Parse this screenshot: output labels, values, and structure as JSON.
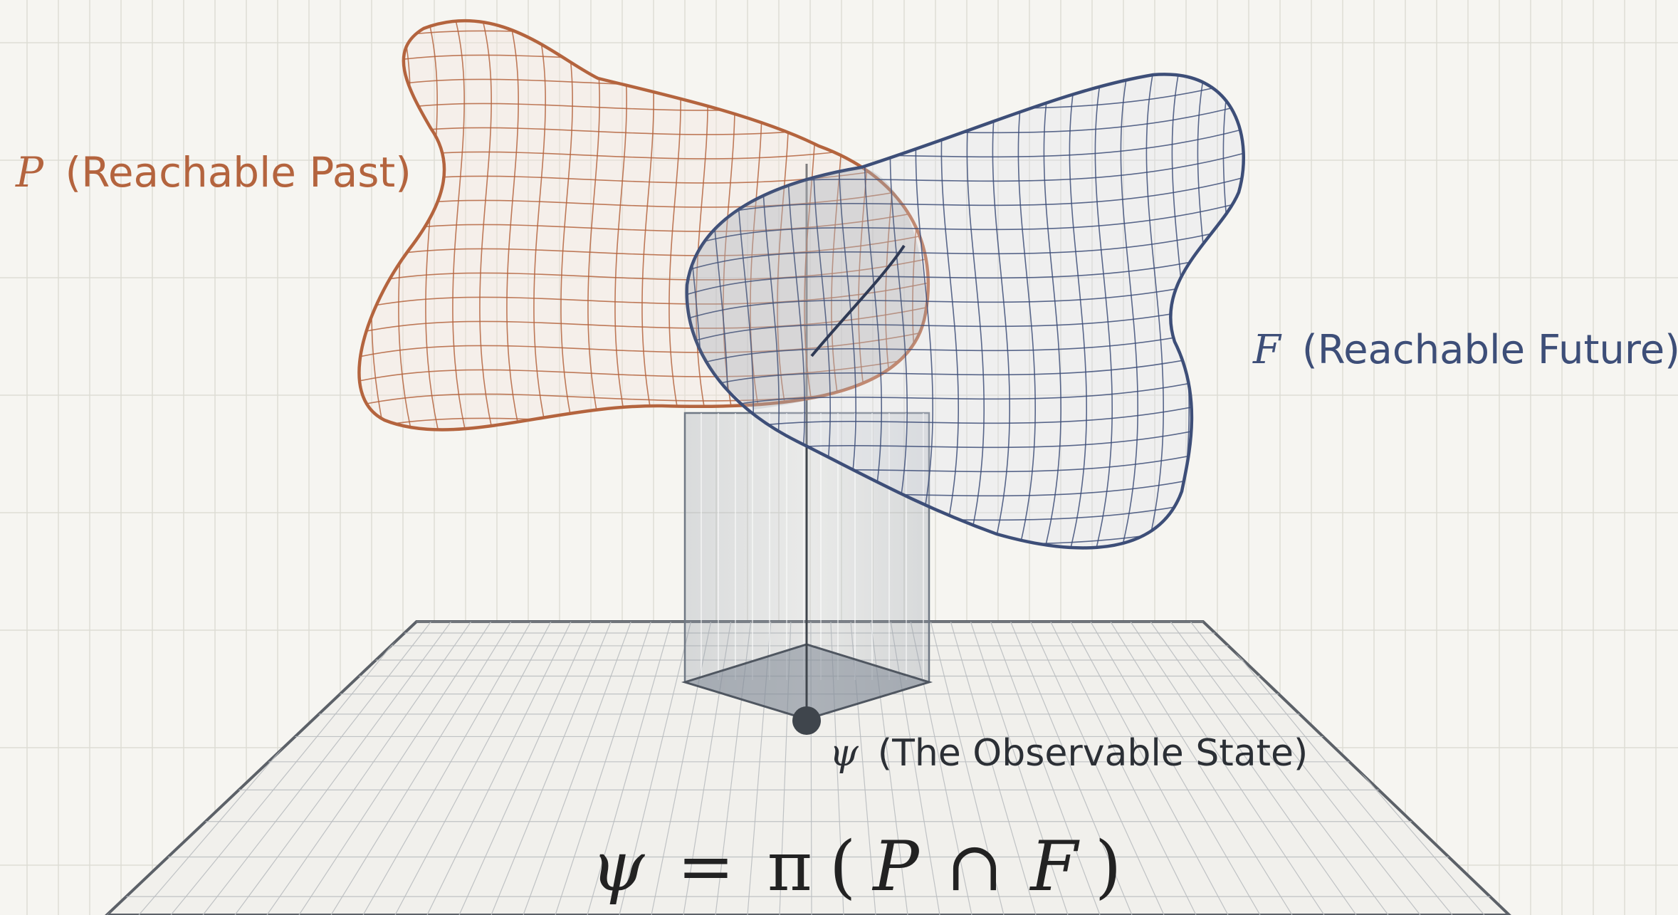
{
  "labels": {
    "past": {
      "symbol": "P",
      "text": "(Reachable Past)"
    },
    "future": {
      "symbol": "F",
      "text": "(Reachable Future)"
    },
    "state": {
      "symbol": "ψ",
      "text": "(The Observable State)"
    }
  },
  "equation": {
    "lhs": "ψ",
    "eq": "=",
    "pi": "π",
    "open": "(",
    "p": "P",
    "cap": "∩",
    "f": "F",
    "close": ")"
  },
  "colors": {
    "background": "#f6f5f1",
    "grid": "#dcdad3",
    "past": "#b4643e",
    "future": "#3d4e78",
    "plane": "#5c6168",
    "prism": "#6f7884",
    "point": "#3f454c"
  }
}
